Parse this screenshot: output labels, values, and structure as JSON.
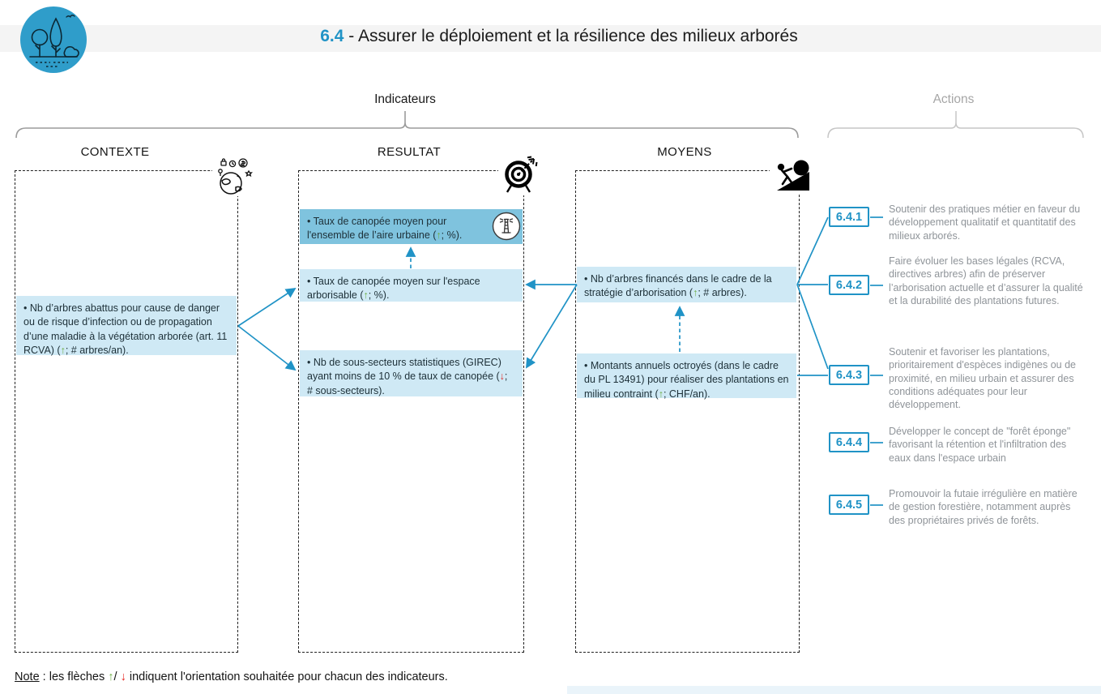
{
  "colors": {
    "accent_blue": "#2093c6",
    "light_blue": "#cfe9f5",
    "medium_blue": "#7fc3de",
    "green_up": "#6faf46",
    "red_down": "#e52520",
    "action_text_gray": "#8f9499",
    "actions_label_gray": "#a6a6a6"
  },
  "header": {
    "logo_icon": "trees-logo-icon",
    "code": "6.4",
    "separator": " - ",
    "title": "Assurer le déploiement et la résilience des milieux arborés"
  },
  "group_labels": {
    "indicators": "Indicateurs",
    "actions": "Actions"
  },
  "columns": {
    "contexte": {
      "title": "CONTEXTE",
      "icon": "globe-context-icon"
    },
    "resultat": {
      "title": "RESULTAT",
      "icon": "target-icon"
    },
    "moyens": {
      "title": "MOYENS",
      "icon": "effort-icon"
    }
  },
  "indicators": {
    "contexte1": {
      "pre": "• Nb d’arbres abattus pour cause de danger ou de risque d’infection ou de propagation d’une maladie à la végétation arborée (art. 11 RCVA) (",
      "glyph": "↑",
      "post": "; # arbres/an)."
    },
    "resultat1": {
      "pre": "• Taux de canopée moyen pour l'ensemble de l’aire urbaine (",
      "glyph": "↑",
      "post": "; %).",
      "icon": "lighthouse-icon"
    },
    "resultat2": {
      "pre": "• Taux de canopée moyen sur l'espace arborisable (",
      "glyph": "↑",
      "post": "; %)."
    },
    "resultat3": {
      "pre": "• Nb de sous-secteurs statistiques (GIREC) ayant moins de 10 % de taux de canopée (",
      "glyph": "↓",
      "post": "; # sous-secteurs)."
    },
    "moyens1": {
      "pre": "• Nb d’arbres financés dans le cadre de la stratégie d’arborisation (",
      "glyph": "↑",
      "post": "; # arbres)."
    },
    "moyens2": {
      "pre": "• Montants annuels octroyés (dans le cadre du PL 13491) pour réaliser des plantations en milieu contraint (",
      "glyph": "↑",
      "post": "; CHF/an)."
    }
  },
  "actions": [
    {
      "id": "6.4.1",
      "text": "Soutenir des pratiques métier en faveur du développement qualitatif et quantitatif des milieux arborés."
    },
    {
      "id": "6.4.2",
      "text": "Faire évoluer les bases légales (RCVA, directives arbres) afin de préserver l’arborisation actuelle et d’assurer la qualité et la durabilité des plantations futures."
    },
    {
      "id": "6.4.3",
      "text": "Soutenir et favoriser les plantations, prioritairement d'espèces indigènes ou de proximité, en milieu urbain et assurer des conditions adéquates pour leur développement."
    },
    {
      "id": "6.4.4",
      "text": "Développer le concept de \"forêt éponge\" favorisant la rétention et l'infiltration des eaux dans l'espace urbain"
    },
    {
      "id": "6.4.5",
      "text": "Promouvoir la futaie irrégulière en matière de gestion forestière, notamment auprès des propriétaires privés de forêts."
    }
  ],
  "note": {
    "label": "Note",
    "mid": " : les flèches ",
    "up_glyph": "↑",
    "slash": "/ ",
    "down_glyph": "↓",
    "post": " indiquent l'orientation souhaitée pour chacun des indicateurs."
  }
}
